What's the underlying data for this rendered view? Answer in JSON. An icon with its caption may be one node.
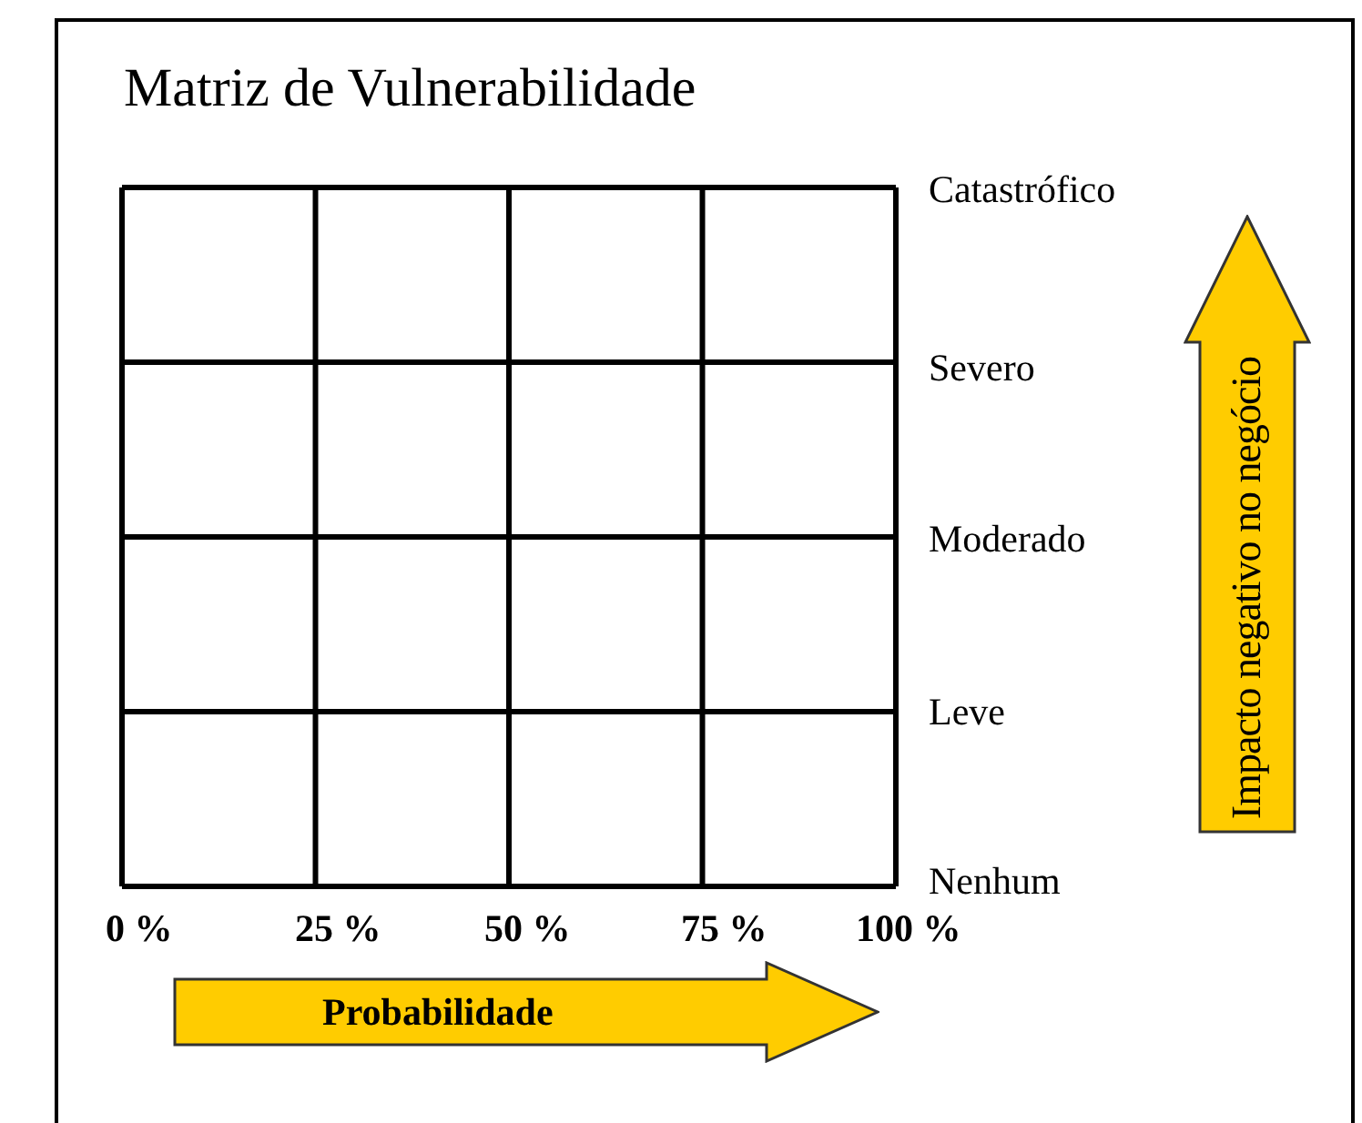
{
  "diagram": {
    "title": "Matriz de Vulnerabilidade",
    "nodes": [
      {
        "text": [
          "Impacto negativo no negócio"
        ]
      },
      {
        "text": [
          "Probabilidade"
        ]
      }
    ],
    "labels": [
      "Catastrófico",
      "Severo",
      "Moderado",
      "Leve",
      "Nenhum",
      "0 %",
      "25 %",
      "50 %",
      "75 %",
      "100 %"
    ]
  }
}
